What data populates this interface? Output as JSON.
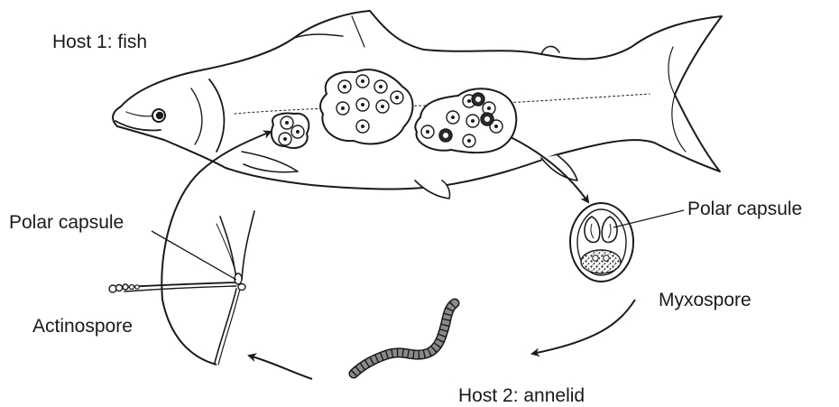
{
  "labels": {
    "host1": "Host 1: fish",
    "polar_capsule_left": "Polar capsule",
    "actinospore": "Actinospore",
    "polar_capsule_right": "Polar capsule",
    "myxospore": "Myxospore",
    "host2": "Host 2: annelid"
  },
  "colors": {
    "ink": "#1a1a1a",
    "worm_fill": "#8a8a8a",
    "spore_dark": "#2a2a2a",
    "background": "#ffffff"
  }
}
